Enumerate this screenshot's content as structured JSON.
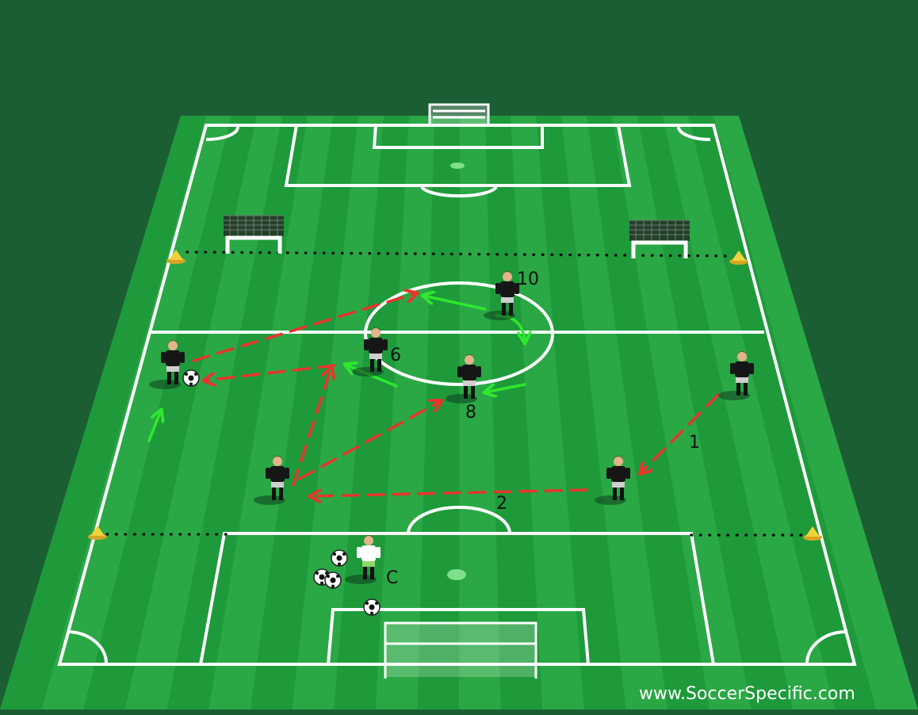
{
  "labels": {
    "pass_1": "1",
    "pass_2": "2",
    "player_6": "6",
    "player_8": "8",
    "player_10": "10",
    "coach": "C"
  },
  "watermark": "www.SoccerSpecific.com",
  "colors": {
    "background": "#1c5e34",
    "pitch_light": "#2aa845",
    "pitch_dark": "#1e9a3b",
    "lines": "#ffffff",
    "pass_arrow": "#e8352b",
    "movement_arrow": "#2ee82e",
    "cone": "#f2d23c",
    "player_kit": "#161616",
    "coach_kit": "#ffffff"
  }
}
